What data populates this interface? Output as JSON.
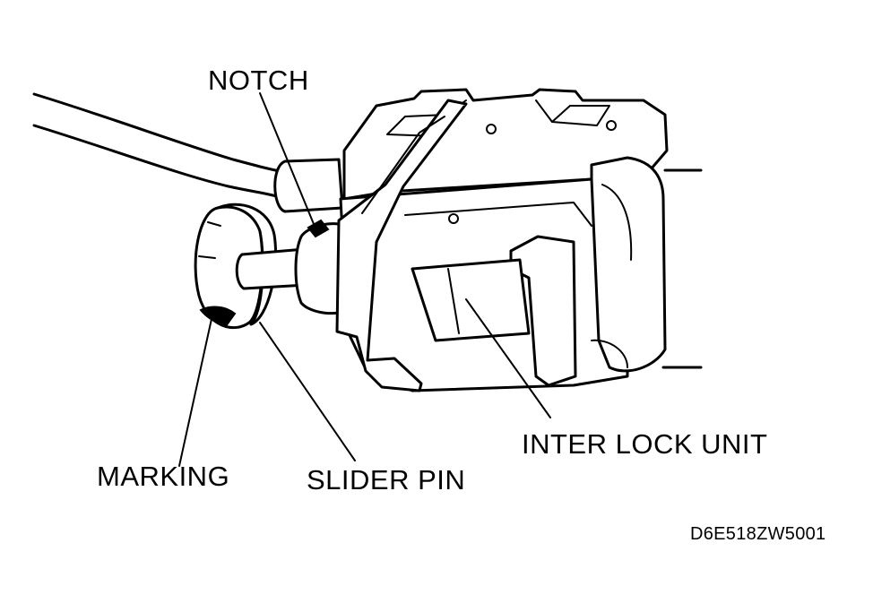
{
  "labels": {
    "notch": "NOTCH",
    "marking": "MARKING",
    "slider_pin": "SLIDER PIN",
    "inter_lock_unit": "INTER LOCK UNIT",
    "figure_code": "D6E518ZW5001"
  }
}
